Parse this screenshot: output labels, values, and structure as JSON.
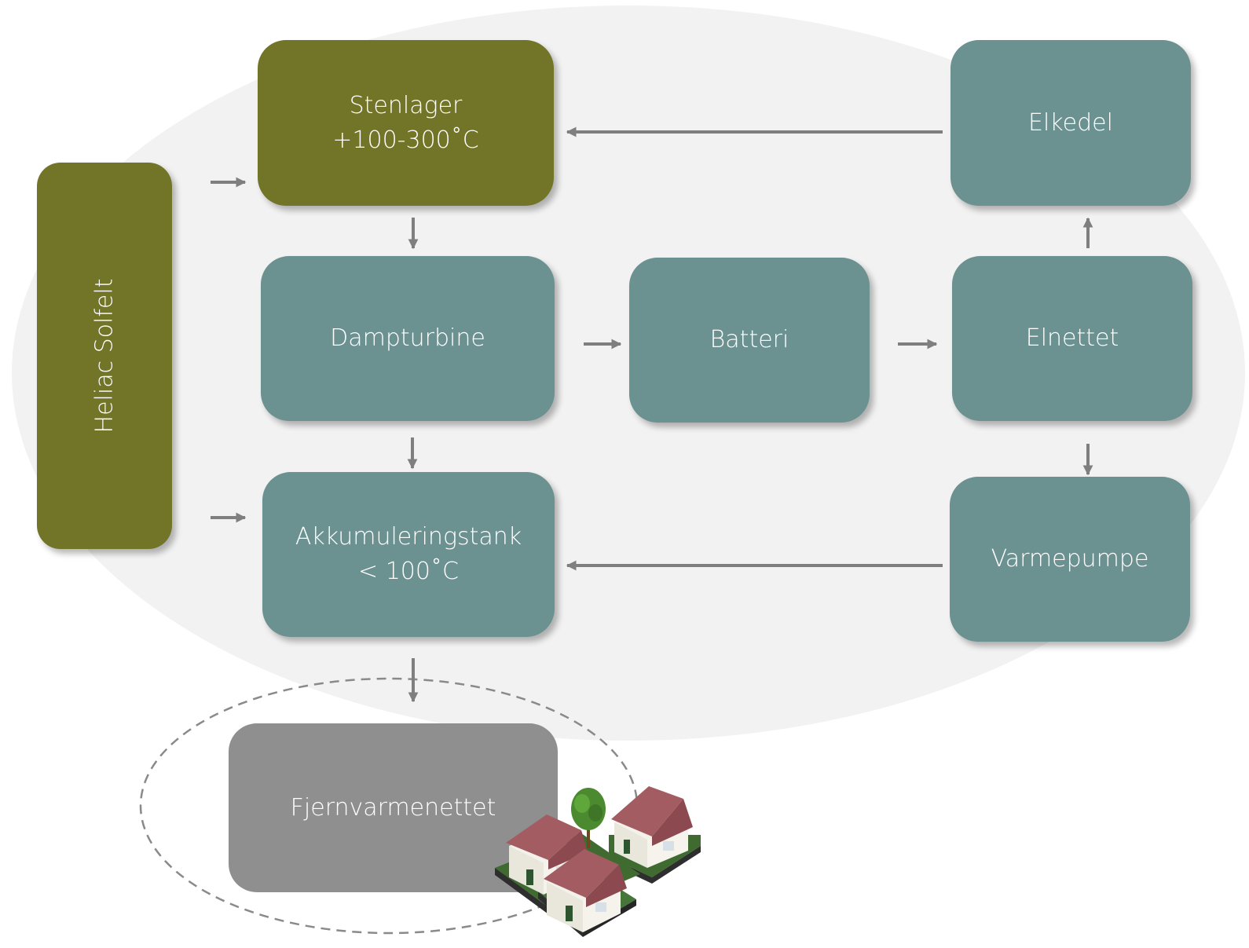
{
  "nodes": {
    "heliac_solfelt": "Heliac Solfelt",
    "stenlager": "Stenlager\n+100-300˚C",
    "elkedel": "Elkedel",
    "dampturbine": "Dampturbine",
    "batteri": "Batteri",
    "elnettet": "Elnettet",
    "akkumuleringstank": "Akkumuleringstank\n< 100˚C",
    "varmepumpe": "Varmepumpe",
    "fjernvarmenettet": "Fjernvarmenettet"
  },
  "edges": [
    {
      "from": "heliac_solfelt",
      "to": "stenlager"
    },
    {
      "from": "heliac_solfelt",
      "to": "akkumuleringstank"
    },
    {
      "from": "elkedel",
      "to": "stenlager"
    },
    {
      "from": "stenlager",
      "to": "dampturbine"
    },
    {
      "from": "dampturbine",
      "to": "batteri"
    },
    {
      "from": "batteri",
      "to": "elnettet"
    },
    {
      "from": "elnettet",
      "to": "elkedel"
    },
    {
      "from": "dampturbine",
      "to": "akkumuleringstank"
    },
    {
      "from": "elnettet",
      "to": "varmepumpe"
    },
    {
      "from": "varmepumpe",
      "to": "akkumuleringstank"
    },
    {
      "from": "akkumuleringstank",
      "to": "fjernvarmenettet"
    }
  ],
  "icons": [
    "houses-icon",
    "tree-icon"
  ],
  "colors": {
    "green_node": "#727428",
    "teal_node": "#6c9191",
    "grey_node": "#8f8f8f",
    "background_ellipse": "#f2f2f2",
    "arrow": "#7f7f7f"
  }
}
